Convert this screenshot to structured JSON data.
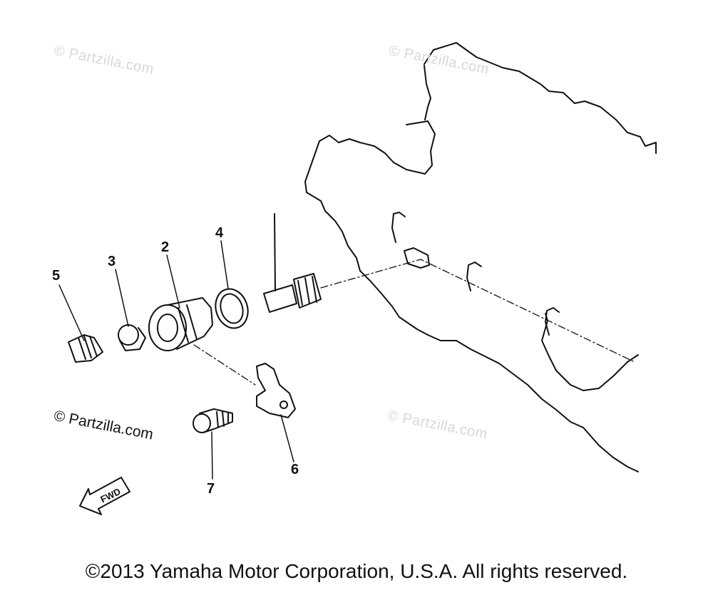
{
  "watermarks": {
    "w1": "© Partzilla.com",
    "w2": "© Partzilla.com",
    "w3": "© Partzilla.com",
    "w4": "© Partzilla.com"
  },
  "callouts": {
    "c1": "5",
    "c2": "3",
    "c3": "2",
    "c4": "4",
    "c5": "6",
    "c6": "7"
  },
  "arrow_label": "FWD",
  "copyright": "©2013 Yamaha Motor Corporation, U.S.A. All rights reserved."
}
